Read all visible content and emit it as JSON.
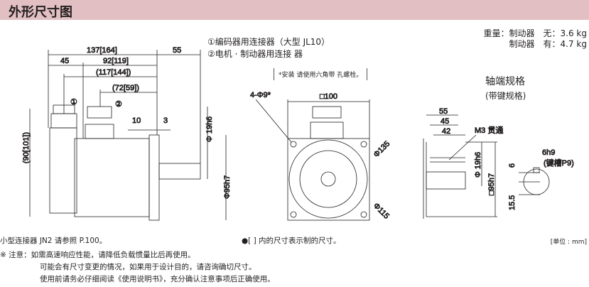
{
  "header": {
    "title": "外形尺寸图"
  },
  "legend": {
    "item1": "①编码器用连接器（大型 JL10）",
    "item2": "②电机 · 制动器用连接 器"
  },
  "weight": {
    "line1": "重量：制动器　无：3.6 kg",
    "line2": "制动器　有：4.7 kg"
  },
  "mount_note": "*安装 请使用六角带 孔螺栓。",
  "shaft_title": "轴端规格",
  "shaft_subtitle": "(带键规格)",
  "dims": {
    "d137": "137[164]",
    "d55": "55",
    "d45": "45",
    "d92": "92[119]",
    "d117": "(117[144])",
    "d72": "(72[59])",
    "d10": "10",
    "d3": "3",
    "phi19": "Φ 19h6",
    "phi95": "Φ95h7",
    "h90": "(90[101])",
    "marker1": "①",
    "marker2": "②",
    "holes": "4-Φ9*",
    "sq100": "□100",
    "phi135": "Φ135",
    "phi115": "Φ115",
    "s55": "55",
    "s45": "45",
    "s42": "42",
    "m3": "M3 贯通",
    "sphi19": "Φ 19h6",
    "sq95": "□95h7",
    "key6h9": "6h9",
    "keyslot": "(键槽P9)",
    "k6": "6",
    "k155": "15.5"
  },
  "footer": {
    "connector_note": "小型连接器 JN2 请参照 P.100。",
    "bracket_note": "●[ ] 内的尺寸表示制的尺寸。",
    "unit": "[单位 : mm]",
    "note1": "※ 注意：如需高速响应性能，请降低负载惯量比后再使用。",
    "note2": "可能会有尺寸变更的情况，如果用于设计目的，请咨询确切尺寸。",
    "note3": "使用前请务必仔细阅读《使用说明书》，充分确认注意事项后正确使用。"
  }
}
